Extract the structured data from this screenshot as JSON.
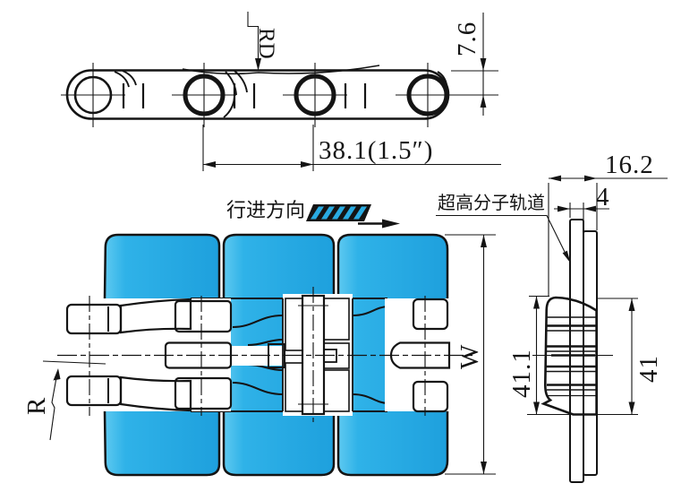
{
  "colors": {
    "chain_blue": "#29ABE2",
    "track_green": "#6FBE2C",
    "pin_gray": "#A8A8A8",
    "line": "#141414"
  },
  "side_view": {
    "rd_label": "RD",
    "height_dim": "7.6",
    "pitch_dim": "38.1(1.5″)"
  },
  "plan_view": {
    "direction_label": "行进方向",
    "radius_label": "R",
    "width_label": "W"
  },
  "end_view": {
    "track_label": "超高分子轨道",
    "overall_width_dim": "16.2",
    "track_width_dim": "4",
    "inner_height_dim": "41.1",
    "outer_height_dim": "41"
  }
}
